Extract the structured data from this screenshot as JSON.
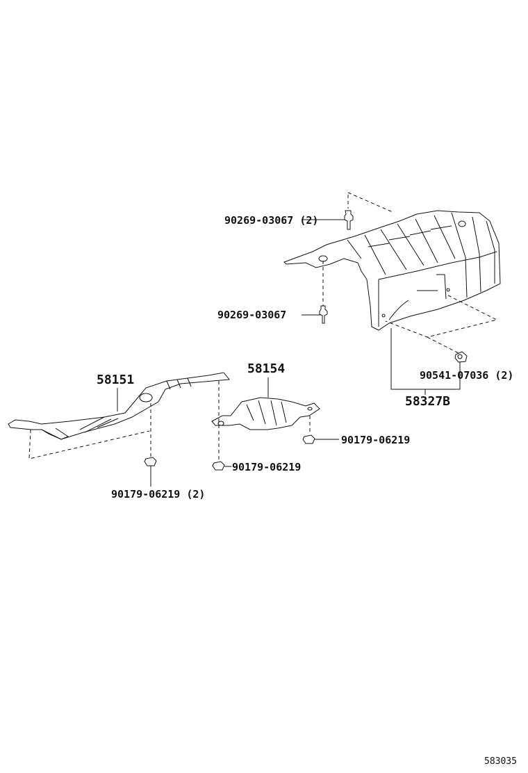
{
  "diagram": {
    "type": "exploded parts diagram",
    "figure_number": "583035",
    "colors": {
      "line": "#111111",
      "background": "#ffffff"
    },
    "parts": [
      {
        "id": "58327B",
        "label": "58327B",
        "desc": "large heat insulator (right)"
      },
      {
        "id": "58151",
        "label": "58151",
        "desc": "long heat insulator (left)"
      },
      {
        "id": "58154",
        "label": "58154",
        "desc": "small heat insulator (center)"
      }
    ],
    "fasteners": [
      {
        "label": "90269-03067 (2)",
        "icon": "clip-pin-icon"
      },
      {
        "label": "90269-03067",
        "icon": "clip-pin-icon"
      },
      {
        "label": "90541-07036 (2)",
        "icon": "grommet-icon"
      },
      {
        "label": "90179-06219",
        "icon": "nut-icon"
      },
      {
        "label": "90179-06219",
        "icon": "nut-icon"
      },
      {
        "label": "90179-06219 (2)",
        "icon": "nut-icon"
      }
    ]
  }
}
